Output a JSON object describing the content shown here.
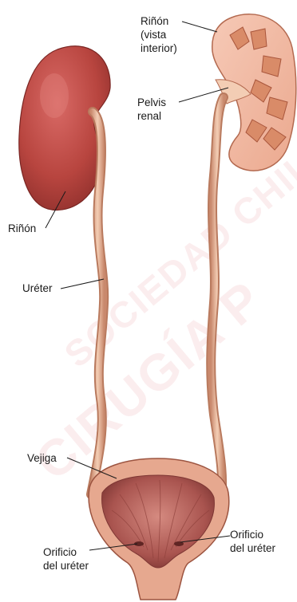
{
  "labels": {
    "kidney_interior": "Riñón\n(vista\ninterior)",
    "renal_pelvis": "Pelvis\nrenal",
    "kidney": "Riñón",
    "ureter": "Uréter",
    "bladder": "Vejiga",
    "orifice_left": "Orificio\ndel uréter",
    "orifice_right": "Orificio\ndel uréter"
  },
  "watermark": {
    "line1": "SOCIEDAD CHILENA",
    "line2": "CIRUGÍA P"
  },
  "colors": {
    "kidney": "#c0504f",
    "kidney_interior": "#f2b9a4",
    "ureter": "#e9b79a",
    "bladder_wall": "#e6a88f",
    "bladder_lumen": "#b9655f",
    "watermark": "#d6505a"
  }
}
